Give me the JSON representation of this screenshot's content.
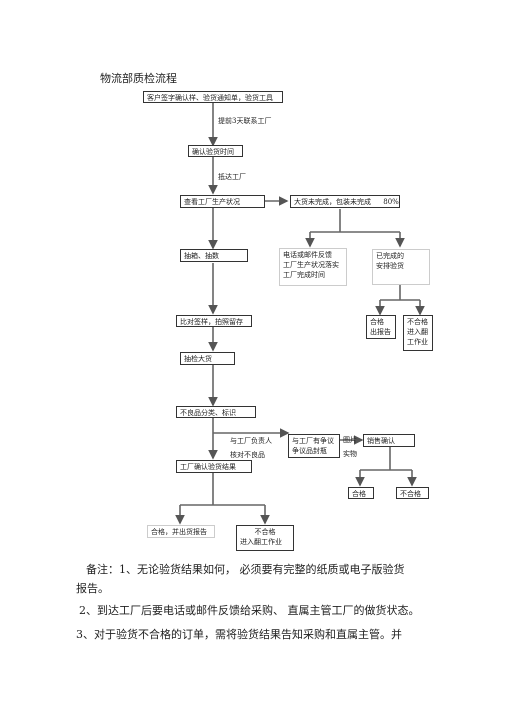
{
  "doc": {
    "title": "物流部质检流程",
    "flow": {
      "s1": "客户签字确认样、验货通知单，验货工具",
      "l1": "提前3天联系工厂",
      "s2": "确认验货时间",
      "l2": "抵达工厂",
      "s3": "查看工厂生产状况",
      "s3r": "大货未完成，包装未完成",
      "s3r_pct": "80%",
      "s4": "抽箱、抽数",
      "fb1": "电话或邮件反馈",
      "fb2": "工厂生产状况落实",
      "fb3": "工厂完成时间",
      "done1": "已完成的",
      "done2": "安排验货",
      "pass1": "合格",
      "pass2": "出报告",
      "fail1": "不合格",
      "fail2": "进入翻",
      "fail3": "工作业",
      "s5": "比对签样，拍照留存",
      "s6": "抽检大货",
      "s7": "不良品分类、标识",
      "neg1": "与工厂负责人",
      "neg2": "核对不良品",
      "disp1": "与工厂有争议",
      "disp2": "争议品封瓶",
      "ph1": "图片",
      "ph2": "实物",
      "sales": "销售确认",
      "s8": "工厂确认验货结果",
      "ok": "合格",
      "ng": "不合格",
      "end1": "合格，并出货报告",
      "end2a": "不合格",
      "end2b": "进入翻工作业"
    },
    "notes": {
      "n1a": "备注：1、无论验货结果如何，  必须要有完整的纸质或电子版验货",
      "n1b": "报告。",
      "n2": "2、到达工厂后要电话或邮件反馈给采购、 直属主管工厂的做货状态。",
      "n3": "3、对于验货不合格的订单，需将验货结果告知采购和直属主管。并"
    }
  }
}
